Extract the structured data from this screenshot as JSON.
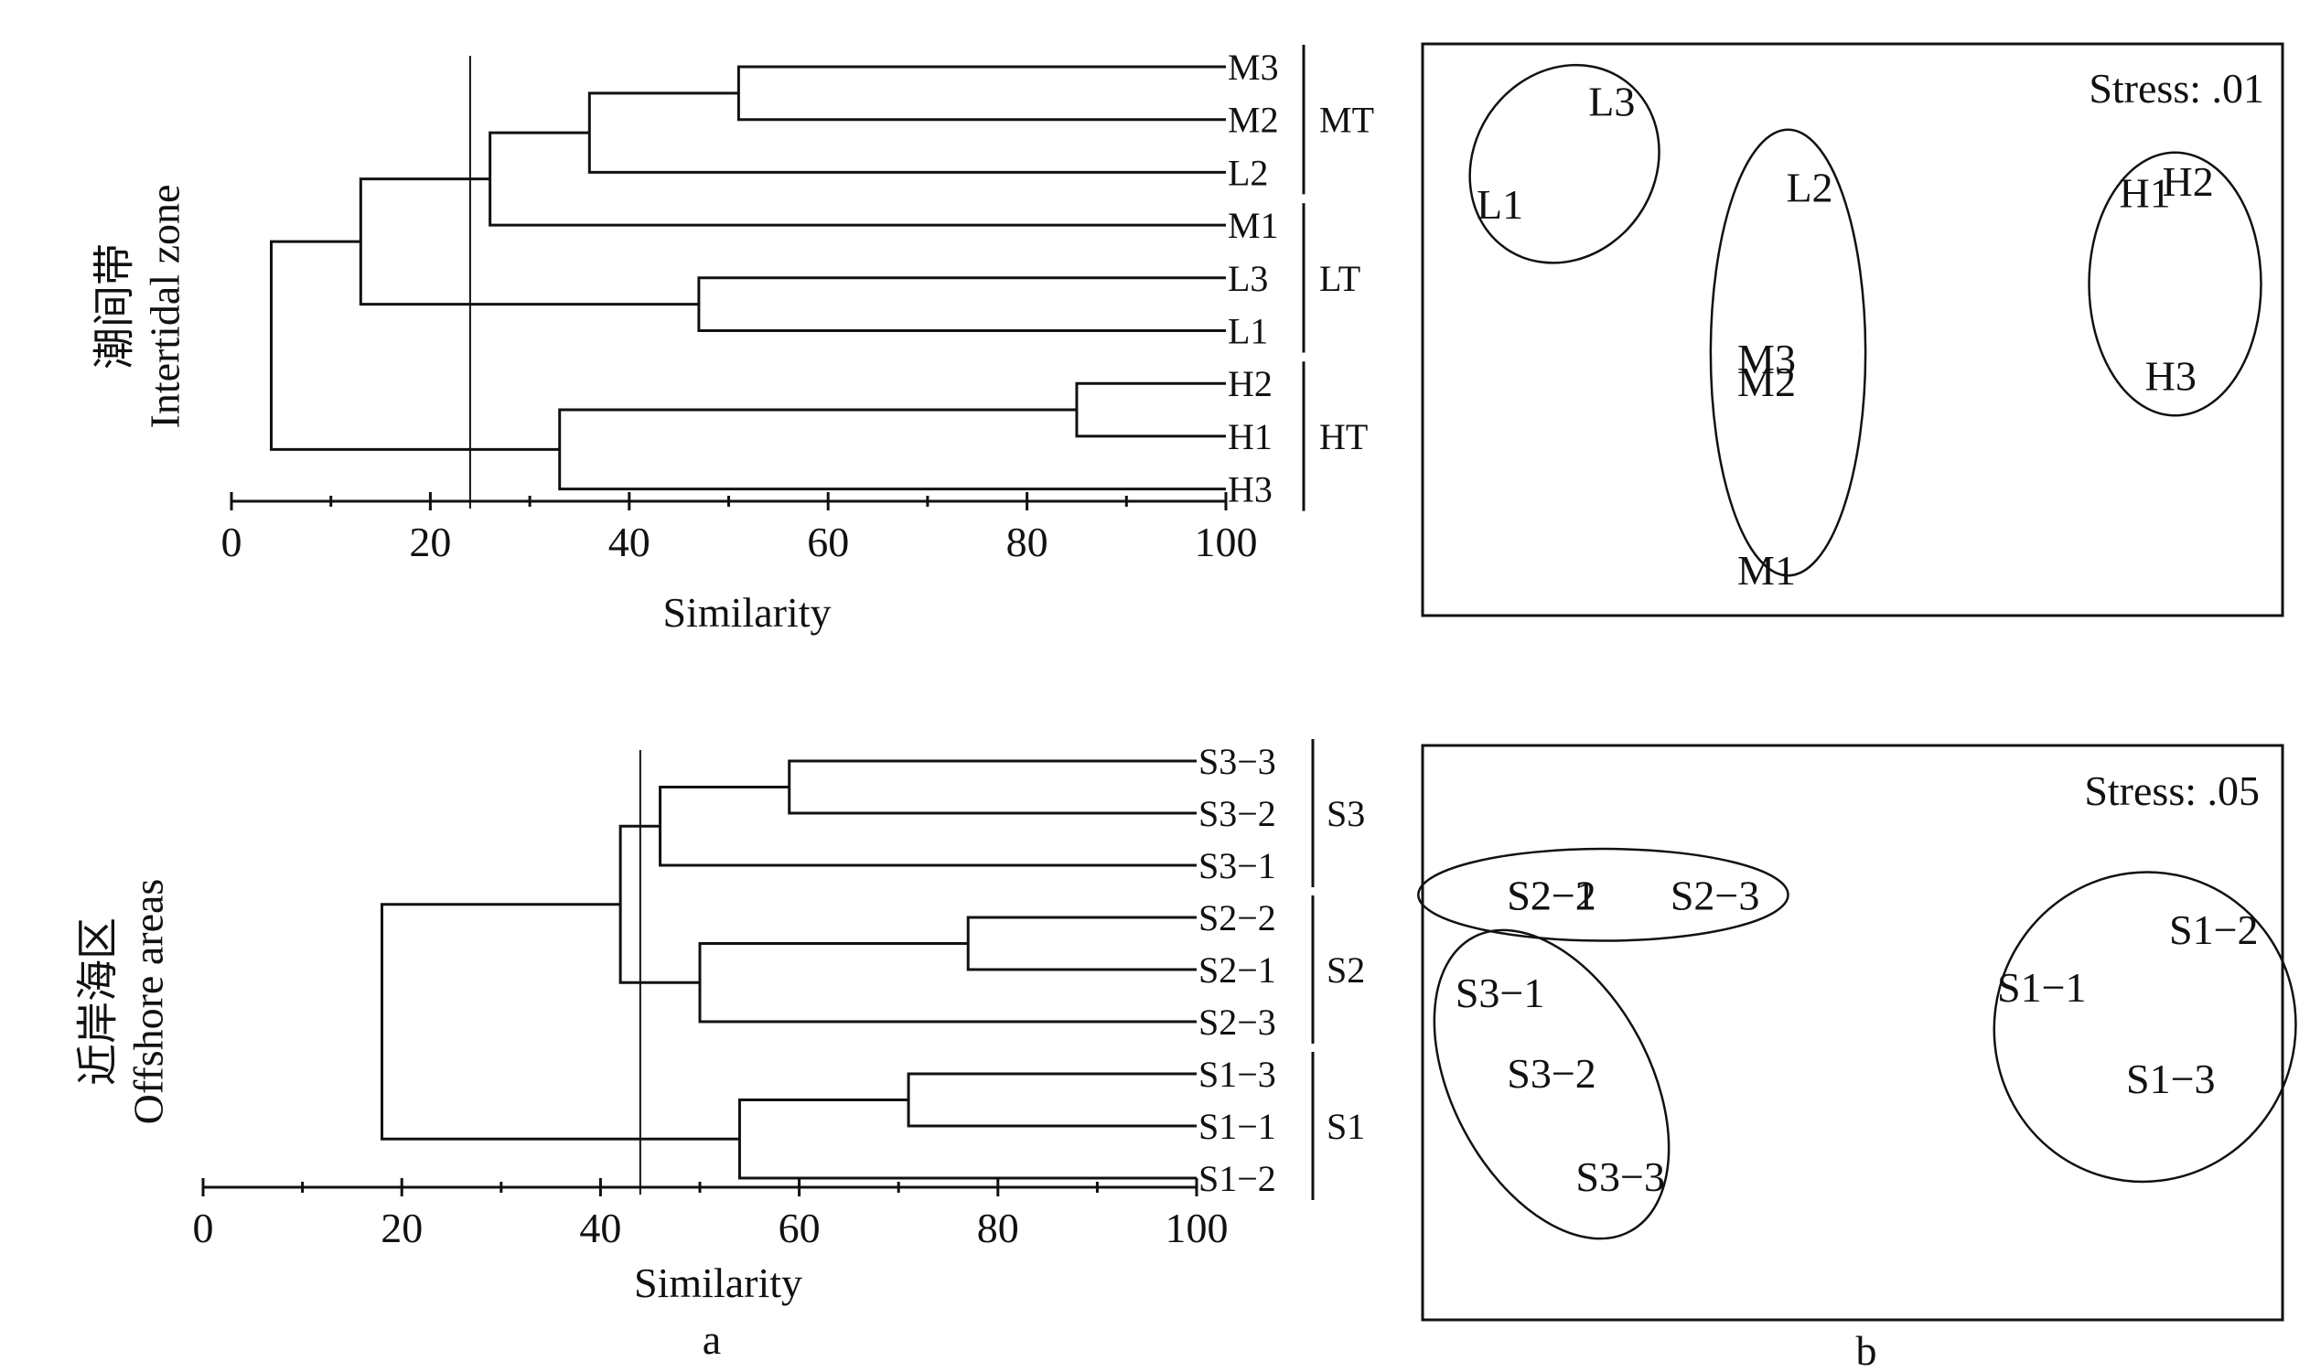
{
  "colors": {
    "ink": "#111111",
    "background": "#ffffff"
  },
  "panel_labels": {
    "a": "a",
    "b": "b"
  },
  "chart_data": [
    {
      "id": "dendro_intertidal",
      "type": "dendrogram",
      "ylabel": "潮间带\nIntertidal zone",
      "xlabel": "Similarity",
      "xlim": [
        0,
        100
      ],
      "xticks": [
        0,
        20,
        40,
        60,
        80,
        100
      ],
      "cut_line": 24,
      "leaves": [
        "M3",
        "M2",
        "L2",
        "M1",
        "L3",
        "L1",
        "H2",
        "H1",
        "H3"
      ],
      "merges": [
        {
          "a": "M3",
          "b": "M2",
          "sim": 51,
          "id": "n1"
        },
        {
          "a": "n1",
          "b": "L2",
          "sim": 36,
          "id": "n2"
        },
        {
          "a": "n2",
          "b": "M1",
          "sim": 26,
          "id": "n3"
        },
        {
          "a": "L3",
          "b": "L1",
          "sim": 47,
          "id": "n4"
        },
        {
          "a": "n3",
          "b": "n4",
          "sim": 13,
          "id": "n5"
        },
        {
          "a": "H2",
          "b": "H1",
          "sim": 85,
          "id": "n6"
        },
        {
          "a": "n6",
          "b": "H3",
          "sim": 33,
          "id": "n7"
        },
        {
          "a": "n5",
          "b": "n7",
          "sim": 4,
          "id": "n8"
        }
      ],
      "groups": [
        {
          "label": "MT",
          "from": "M3",
          "to": "L2"
        },
        {
          "label": "LT",
          "from": "M1",
          "to": "L1"
        },
        {
          "label": "HT",
          "from": "H2",
          "to": "H3"
        }
      ]
    },
    {
      "id": "dendro_offshore",
      "type": "dendrogram",
      "ylabel": "近岸海区\nOffshore areas",
      "xlabel": "Similarity",
      "xlim": [
        0,
        100
      ],
      "xticks": [
        0,
        20,
        40,
        60,
        80,
        100
      ],
      "cut_line": 44,
      "leaves": [
        "S3−3",
        "S3−2",
        "S3−1",
        "S2−2",
        "S2−1",
        "S2−3",
        "S1−3",
        "S1−1",
        "S1−2"
      ],
      "merges": [
        {
          "a": "S3−3",
          "b": "S3−2",
          "sim": 59,
          "id": "p1"
        },
        {
          "a": "p1",
          "b": "S3−1",
          "sim": 46,
          "id": "p2"
        },
        {
          "a": "S2−2",
          "b": "S2−1",
          "sim": 77,
          "id": "p3"
        },
        {
          "a": "p3",
          "b": "S2−3",
          "sim": 50,
          "id": "p4"
        },
        {
          "a": "p2",
          "b": "p4",
          "sim": 42,
          "id": "p5"
        },
        {
          "a": "S1−3",
          "b": "S1−1",
          "sim": 71,
          "id": "p6"
        },
        {
          "a": "p6",
          "b": "S1−2",
          "sim": 54,
          "id": "p7"
        },
        {
          "a": "p5",
          "b": "p7",
          "sim": 18,
          "id": "p8"
        }
      ],
      "groups": [
        {
          "label": "S3",
          "from": "S3−3",
          "to": "S3−1"
        },
        {
          "label": "S2",
          "from": "S2−2",
          "to": "S2−3"
        },
        {
          "label": "S1",
          "from": "S1−3",
          "to": "S1−2"
        }
      ]
    },
    {
      "id": "mds_intertidal",
      "type": "scatter",
      "stress": "Stress: .01",
      "xlim": [
        0,
        100
      ],
      "ylim": [
        0,
        100
      ],
      "points": [
        {
          "label": "L3",
          "x": 22,
          "y": 90
        },
        {
          "label": "L1",
          "x": 9,
          "y": 72
        },
        {
          "label": "L2",
          "x": 45,
          "y": 75
        },
        {
          "label": "M3",
          "x": 40,
          "y": 45
        },
        {
          "label": "M2",
          "x": 40,
          "y": 41
        },
        {
          "label": "M1",
          "x": 40,
          "y": 8
        },
        {
          "label": "H1",
          "x": 84,
          "y": 74
        },
        {
          "label": "H2",
          "x": 89,
          "y": 76
        },
        {
          "label": "H3",
          "x": 87,
          "y": 42
        }
      ],
      "groups": [
        {
          "name": "L",
          "cx": 16.5,
          "cy": 79,
          "rx": 10.5,
          "ry": 18,
          "rotate": 35
        },
        {
          "name": "M",
          "cx": 42.5,
          "cy": 46,
          "rx": 9,
          "ry": 39,
          "rotate": 0
        },
        {
          "name": "H",
          "cx": 87.5,
          "cy": 58,
          "rx": 10,
          "ry": 23,
          "rotate": 0
        }
      ]
    },
    {
      "id": "mds_offshore",
      "type": "scatter",
      "stress": "Stress: .05",
      "xlim": [
        0,
        100
      ],
      "ylim": [
        0,
        100
      ],
      "points": [
        {
          "label": "S2−1",
          "x": 15,
          "y": 74
        },
        {
          "label": "S2−2",
          "x": 15,
          "y": 74
        },
        {
          "label": "S2−3",
          "x": 34,
          "y": 74
        },
        {
          "label": "S3−1",
          "x": 9,
          "y": 57
        },
        {
          "label": "S3−2",
          "x": 15,
          "y": 43
        },
        {
          "label": "S3−3",
          "x": 23,
          "y": 25
        },
        {
          "label": "S1−2",
          "x": 92,
          "y": 68
        },
        {
          "label": "S1−1",
          "x": 72,
          "y": 58
        },
        {
          "label": "S1−3",
          "x": 87,
          "y": 42
        }
      ],
      "groups": [
        {
          "name": "S2",
          "cx": 21,
          "cy": 74,
          "rx": 21.5,
          "ry": 8,
          "rotate": 0
        },
        {
          "name": "S3",
          "cx": 15,
          "cy": 41,
          "rx": 11.5,
          "ry": 29,
          "rotate": -28
        },
        {
          "name": "S1",
          "cx": 84,
          "cy": 51,
          "rx": 17.5,
          "ry": 27,
          "rotate": 15
        }
      ]
    }
  ]
}
